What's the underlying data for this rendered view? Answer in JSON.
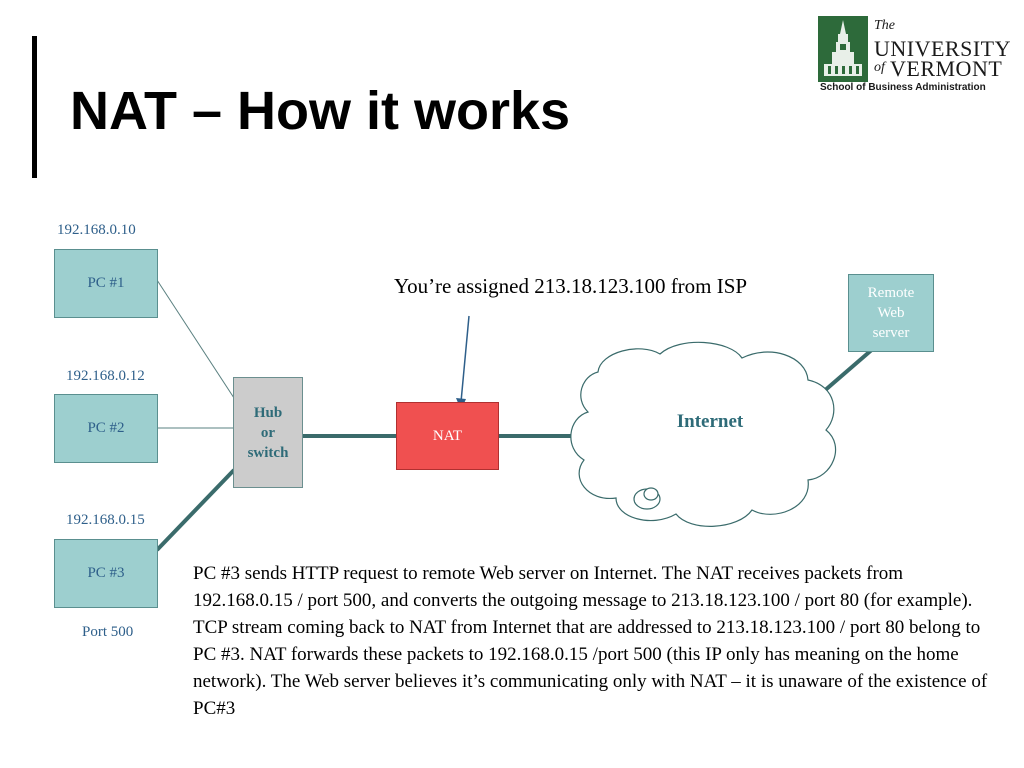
{
  "slide": {
    "title": "NAT – How it works"
  },
  "logo": {
    "the": "The",
    "university": "UNIVERSITY",
    "of": "of",
    "vermont": "VERMONT",
    "school": "School of Business Administration"
  },
  "diagram": {
    "pcs": [
      {
        "ip": "192.168.0.10",
        "label": "PC #1"
      },
      {
        "ip": "192.168.0.12",
        "label": "PC #2"
      },
      {
        "ip": "192.168.0.15",
        "label": "PC #3"
      }
    ],
    "port_label": "Port 500",
    "hub": {
      "line1": "Hub",
      "line2": "or",
      "line3": "switch"
    },
    "nat": "NAT",
    "internet": "Internet",
    "remote": {
      "line1": "Remote",
      "line2": "Web",
      "line3": "server"
    },
    "assigned_note": "You’re assigned 213.18.123.100 from ISP",
    "colors": {
      "pc_fill": "#9dcfcf",
      "nat_fill": "#f05050",
      "hub_fill": "#cccccc",
      "link": "#3a6b6b"
    }
  },
  "description": "PC #3 sends HTTP request to remote Web server on Internet. The NAT receives packets from 192.168.0.15 / port 500, and converts the outgoing message to 213.18.123.100 / port 80 (for example). TCP stream coming back to NAT from Internet that are addressed to 213.18.123.100 / port 80  belong to PC #3. NAT forwards these packets to 192.168.0.15 /port 500 (this IP only has meaning on the home network). The Web server believes it’s communicating only with NAT – it is unaware of the existence of PC#3"
}
